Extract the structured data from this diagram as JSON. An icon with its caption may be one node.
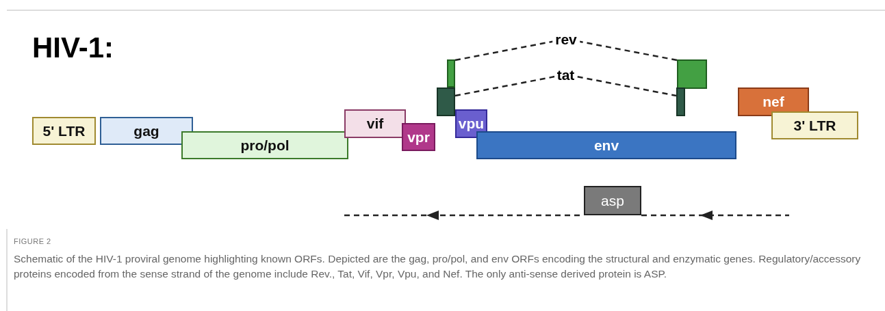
{
  "diagram": {
    "title": "HIV-1:",
    "caption": "Schematic of the HIV-1 proviral genome highlighting known ORFs. Depicted are the gag, pro/pol, and env ORFs encoding the structural and enzymatic genes. Regulatory/accessory proteins encoded from the sense strand of the genome include Rev., Tat, Vif, Vpr, Vpu, and Nef. The only anti-sense derived protein is ASP.",
    "nodes": [
      {
        "text": [
          "5' LTR"
        ]
      },
      {
        "text": [
          "gag"
        ]
      },
      {
        "text": [
          "pro/pol"
        ]
      },
      {
        "text": [
          "vif"
        ]
      },
      {
        "text": [
          "vpr"
        ]
      },
      {
        "text": [],
        "shape": "box"
      },
      {
        "text": [],
        "shape": "box"
      },
      {
        "text": [
          "vpu"
        ]
      },
      {
        "text": [
          "env"
        ]
      },
      {
        "text": [],
        "shape": "box"
      },
      {
        "text": [],
        "shape": "box"
      },
      {
        "text": [
          "nef"
        ]
      },
      {
        "text": [
          "3' LTR"
        ]
      },
      {
        "text": [
          "asp"
        ]
      }
    ],
    "edges": [
      {
        "from": 5,
        "to": 9,
        "arrow": "none",
        "label": "rev",
        "style": "dashed"
      },
      {
        "from": 6,
        "to": 10,
        "arrow": "none",
        "label": "tat",
        "style": "dashed"
      }
    ],
    "labels": [
      "FIGURE 2"
    ]
  }
}
